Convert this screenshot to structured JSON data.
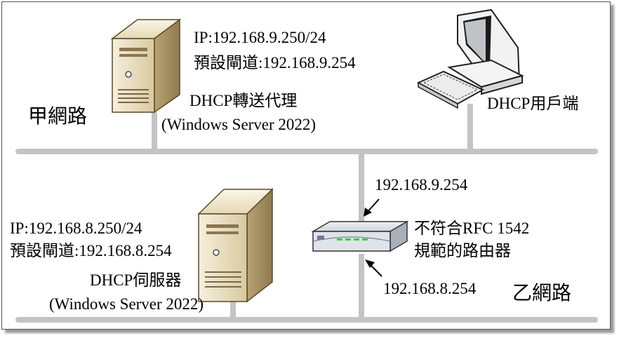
{
  "networks": {
    "a_name": "甲網路",
    "b_name": "乙網路"
  },
  "relay_agent": {
    "ip": "IP:192.168.9.250/24",
    "gateway": "預設閘道:192.168.9.254",
    "name": "DHCP轉送代理",
    "os": "(Windows Server 2022)"
  },
  "client": {
    "name": "DHCP用戶端"
  },
  "dhcp_server": {
    "ip": "IP:192.168.8.250/24",
    "gateway": "預設閘道:192.168.8.254",
    "name": "DHCP伺服器",
    "os": "(Windows Server 2022)"
  },
  "router": {
    "ip_top": "192.168.9.254",
    "ip_bottom": "192.168.8.254",
    "line1": "不符合RFC 1542",
    "line2": "規範的路由器"
  },
  "colors": {
    "bus": "#c4c4c4",
    "server_body": "#e8ddc0",
    "server_side": "#b8a47a",
    "router_led": "#3bd23b"
  }
}
